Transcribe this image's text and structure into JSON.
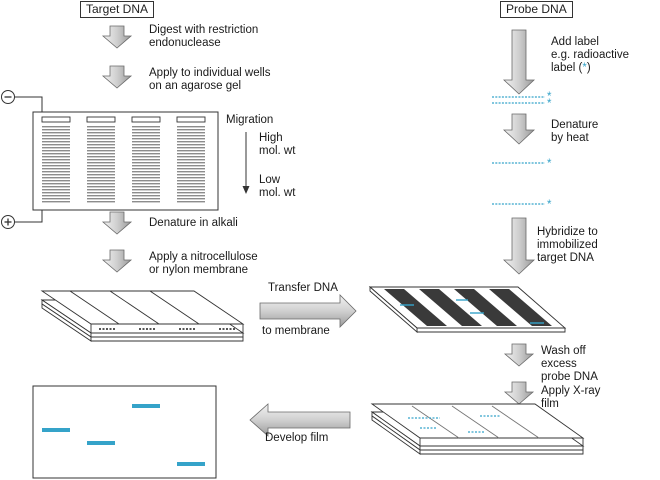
{
  "columns": {
    "target": "Target DNA",
    "probe": "Probe DNA"
  },
  "steps": {
    "digest": "Digest with restriction\nendonuclease",
    "apply_wells": "Apply to individual wells\non an agarose gel",
    "migration": "Migration",
    "high_mw": "High\nmol. wt",
    "low_mw": "Low\nmol. wt",
    "denature_alkali": "Denature in alkali",
    "apply_membrane": "Apply a nitrocellulose\nor nylon membrane",
    "transfer_top": "Transfer DNA",
    "transfer_bottom": "to membrane",
    "develop": "Develop film",
    "add_label_pre": "Add label\ne.g. radioactive\nlabel (",
    "add_label_star": "*",
    "add_label_post": ")",
    "denature_heat": "Denature\nby heat",
    "hybridize": "Hybridize to\nimmobilized\ntarget DNA",
    "wash": "Wash off\nexcess\nprobe DNA",
    "xray": "Apply X-ray\nfilm"
  },
  "electrodes": {
    "negative": "−",
    "positive": "+"
  },
  "probe_marker": "*",
  "colors": {
    "arrow_fill": "#c8c8c8",
    "arrow_edge": "#6a6a6a",
    "probe_blue": "#35a3c9",
    "gel_band": "#999999",
    "membrane_dark": "#3a3a3a"
  }
}
